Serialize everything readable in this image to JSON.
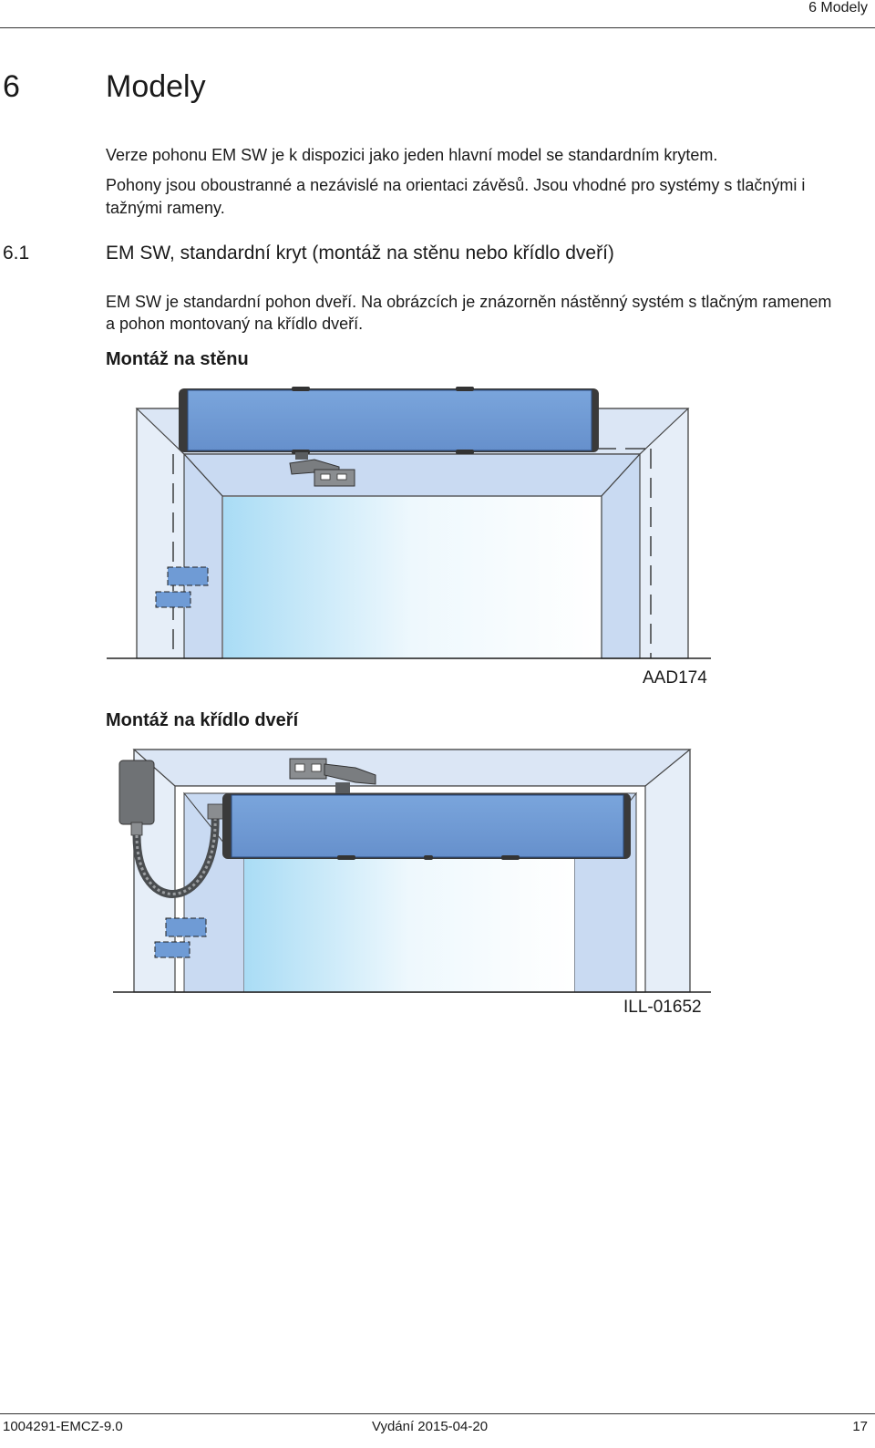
{
  "header": {
    "chapter": "6  Modely"
  },
  "chapter": {
    "number": "6",
    "title": "Modely"
  },
  "intro": {
    "line1": "Verze pohonu EM SW je k dispozici jako jeden hlavní model se standardním krytem.",
    "line2": "Pohony jsou oboustranné a nezávislé na orientaci závěsů. Jsou vhodné pro systémy s tlačnými i",
    "line3": "tažnými rameny."
  },
  "section": {
    "number": "6.1",
    "title": "EM SW, standardní kryt (montáž na stěnu nebo křídlo dveří)",
    "line1": "EM SW je standardní pohon dveří. Na obrázcích je znázorněn nástěnný systém s tlačným ramenem",
    "line2": "a pohon montovaný na křídlo dveří."
  },
  "figure1": {
    "heading": "Montáž na stěnu",
    "code": "AAD174"
  },
  "figure2": {
    "heading": "Montáž na křídlo dveří",
    "code": "ILL-01652"
  },
  "footer": {
    "doc_id": "1004291-EMCZ-9.0",
    "issue": "Vydání 2015-04-20",
    "page": "17"
  },
  "colors": {
    "frame_fill": "#e6eef8",
    "frame_inner": "#c9daf2",
    "operator_blue": "#6f9bd5",
    "glass_left": "#a9dcf5",
    "arm_gray": "#7a7d80"
  }
}
